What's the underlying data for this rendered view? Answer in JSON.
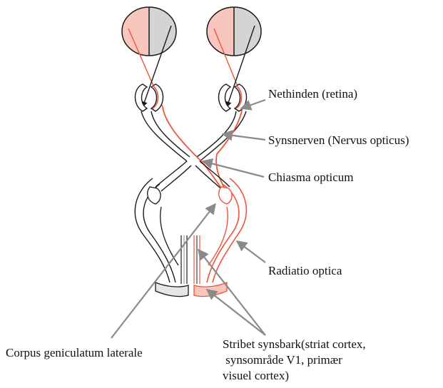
{
  "labels": {
    "retina": "Nethinden (retina)",
    "optic_nerve": "Synsnerven (Nervus opticus)",
    "chiasma": "Chiasma opticum",
    "radiatio": "Radiatio optica",
    "corpus": "Corpus geniculatum laterale",
    "stribet_line1": "Stribet synsbark(striat cortex,",
    "stribet_line2": " synsområde V1, primær",
    "stribet_line3": "visuel cortex)"
  },
  "colors": {
    "left_field": "#f9c6bd",
    "right_field": "#d4d4d4",
    "pathway_red": "#f0533a",
    "outline": "#1a1a1a",
    "arrow_gray": "#8a8a8a"
  }
}
